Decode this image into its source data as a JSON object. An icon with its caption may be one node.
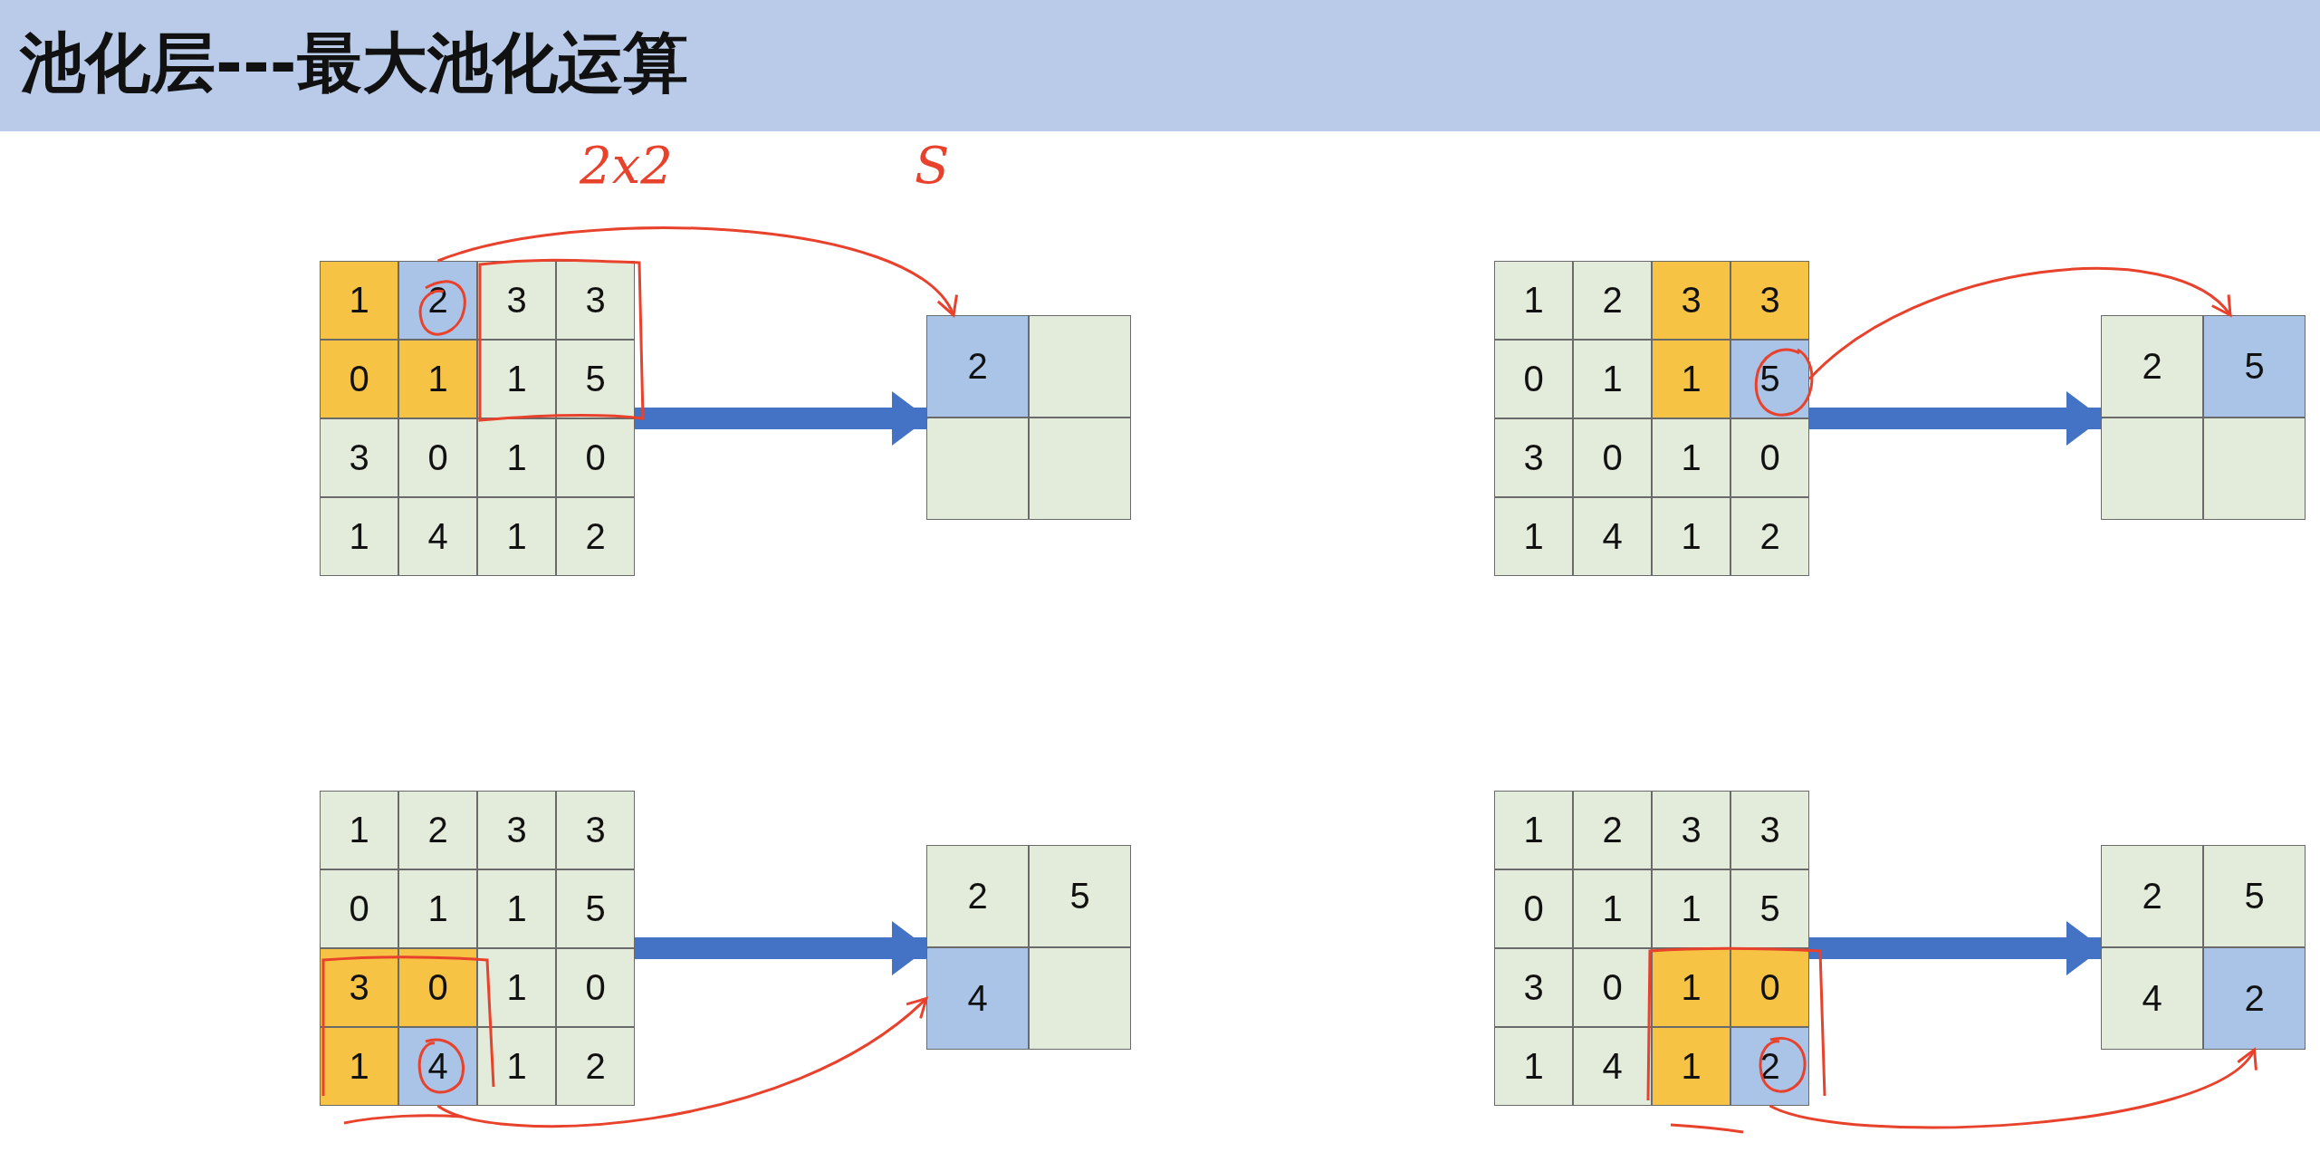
{
  "diagram": {
    "title": "池化层---最大池化运算",
    "nodes": [
      {
        "text": [],
        "shape": "box"
      },
      {
        "text": [
          "1"
        ],
        "in": 0
      },
      {
        "text": [
          "2"
        ],
        "in": 0
      },
      {
        "text": [
          "3"
        ],
        "in": 0
      },
      {
        "text": [
          "3"
        ],
        "in": 0
      },
      {
        "text": [
          "0"
        ],
        "in": 0
      },
      {
        "text": [
          "1"
        ],
        "in": 0
      },
      {
        "text": [
          "1"
        ],
        "in": 0
      },
      {
        "text": [
          "5"
        ],
        "in": 0
      },
      {
        "text": [
          "3"
        ],
        "in": 0
      },
      {
        "text": [
          "0"
        ],
        "in": 0
      },
      {
        "text": [
          "1"
        ],
        "in": 0
      },
      {
        "text": [
          "0"
        ],
        "in": 0
      },
      {
        "text": [
          "1"
        ],
        "in": 0
      },
      {
        "text": [
          "4"
        ],
        "in": 0
      },
      {
        "text": [
          "1"
        ],
        "in": 0
      },
      {
        "text": [
          "2"
        ],
        "in": 0
      },
      {
        "text": [],
        "shape": "box"
      },
      {
        "text": [
          "2"
        ],
        "in": 17
      },
      {
        "text": [],
        "shape": "box",
        "in": 17
      },
      {
        "text": [],
        "shape": "box",
        "in": 17
      },
      {
        "text": [],
        "shape": "box",
        "in": 17
      },
      {
        "text": [],
        "shape": "box"
      },
      {
        "text": [
          "1"
        ],
        "in": 22
      },
      {
        "text": [
          "2"
        ],
        "in": 22
      },
      {
        "text": [
          "3"
        ],
        "in": 22
      },
      {
        "text": [
          "3"
        ],
        "in": 22
      },
      {
        "text": [
          "0"
        ],
        "in": 22
      },
      {
        "text": [
          "1"
        ],
        "in": 22
      },
      {
        "text": [
          "1"
        ],
        "in": 22
      },
      {
        "text": [
          "5"
        ],
        "in": 22
      },
      {
        "text": [
          "3"
        ],
        "in": 22
      },
      {
        "text": [
          "0"
        ],
        "in": 22
      },
      {
        "text": [
          "1"
        ],
        "in": 22
      },
      {
        "text": [
          "0"
        ],
        "in": 22
      },
      {
        "text": [
          "1"
        ],
        "in": 22
      },
      {
        "text": [
          "4"
        ],
        "in": 22
      },
      {
        "text": [
          "1"
        ],
        "in": 22
      },
      {
        "text": [
          "2"
        ],
        "in": 22
      },
      {
        "text": [],
        "shape": "box"
      },
      {
        "text": [
          "2"
        ],
        "in": 39
      },
      {
        "text": [
          "5"
        ],
        "in": 39
      },
      {
        "text": [],
        "shape": "box",
        "in": 39
      },
      {
        "text": [],
        "shape": "box",
        "in": 39
      },
      {
        "text": [],
        "shape": "box"
      },
      {
        "text": [
          "1"
        ],
        "in": 44
      },
      {
        "text": [
          "2"
        ],
        "in": 44
      },
      {
        "text": [
          "3"
        ],
        "in": 44
      },
      {
        "text": [
          "3"
        ],
        "in": 44
      },
      {
        "text": [
          "0"
        ],
        "in": 44
      },
      {
        "text": [
          "1"
        ],
        "in": 44
      },
      {
        "text": [
          "1"
        ],
        "in": 44
      },
      {
        "text": [
          "5"
        ],
        "in": 44
      },
      {
        "text": [
          "3"
        ],
        "in": 44
      },
      {
        "text": [
          "0"
        ],
        "in": 44
      },
      {
        "text": [
          "1"
        ],
        "in": 44
      },
      {
        "text": [
          "0"
        ],
        "in": 44
      },
      {
        "text": [
          "1"
        ],
        "in": 44
      },
      {
        "text": [
          "4"
        ],
        "in": 44
      },
      {
        "text": [
          "1"
        ],
        "in": 44
      },
      {
        "text": [
          "2"
        ],
        "in": 44
      },
      {
        "text": [],
        "shape": "box"
      },
      {
        "text": [
          "2"
        ],
        "in": 61
      },
      {
        "text": [
          "5"
        ],
        "in": 61
      },
      {
        "text": [
          "4"
        ],
        "in": 61
      },
      {
        "text": [],
        "shape": "box",
        "in": 61
      },
      {
        "text": [],
        "shape": "box"
      },
      {
        "text": [
          "1"
        ],
        "in": 66
      },
      {
        "text": [
          "2"
        ],
        "in": 66
      },
      {
        "text": [
          "3"
        ],
        "in": 66
      },
      {
        "text": [
          "3"
        ],
        "in": 66
      },
      {
        "text": [
          "0"
        ],
        "in": 66
      },
      {
        "text": [
          "1"
        ],
        "in": 66
      },
      {
        "text": [
          "1"
        ],
        "in": 66
      },
      {
        "text": [
          "5"
        ],
        "in": 66
      },
      {
        "text": [
          "3"
        ],
        "in": 66
      },
      {
        "text": [
          "0"
        ],
        "in": 66
      },
      {
        "text": [
          "1"
        ],
        "in": 66
      },
      {
        "text": [
          "0"
        ],
        "in": 66
      },
      {
        "text": [
          "1"
        ],
        "in": 66
      },
      {
        "text": [
          "4"
        ],
        "in": 66
      },
      {
        "text": [
          "1"
        ],
        "in": 66
      },
      {
        "text": [
          "2"
        ],
        "in": 66
      },
      {
        "text": [],
        "shape": "box"
      },
      {
        "text": [
          "2"
        ],
        "in": 83
      },
      {
        "text": [
          "5"
        ],
        "in": 83
      },
      {
        "text": [
          "4"
        ],
        "in": 83
      },
      {
        "text": [
          "2"
        ],
        "in": 83
      }
    ],
    "edges": [
      {
        "from": 0,
        "to": 17,
        "arrow": "to",
        "style": "thick",
        "color": "#4472c4"
      },
      {
        "from": 2,
        "to": 18,
        "arrow": "to",
        "color": "#e8412c"
      },
      {
        "from": 22,
        "to": 39,
        "arrow": "to",
        "style": "thick",
        "color": "#4472c4"
      },
      {
        "from": 30,
        "to": 41,
        "arrow": "to",
        "color": "#e8412c"
      },
      {
        "from": 44,
        "to": 61,
        "arrow": "to",
        "style": "thick",
        "color": "#4472c4"
      },
      {
        "from": 58,
        "to": 64,
        "arrow": "to",
        "color": "#e8412c"
      },
      {
        "from": 66,
        "to": 83,
        "arrow": "to",
        "style": "thick",
        "color": "#4472c4"
      },
      {
        "from": 82,
        "to": 87,
        "arrow": "to",
        "color": "#e8412c"
      }
    ],
    "labels": [
      "2x2",
      "S"
    ]
  }
}
